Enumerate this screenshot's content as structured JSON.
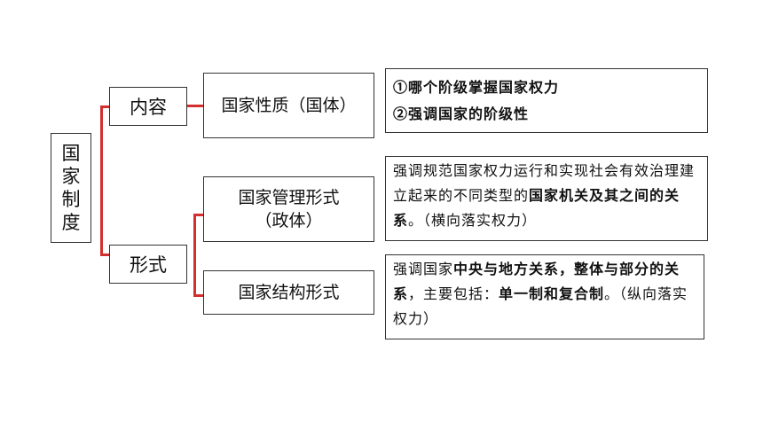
{
  "root": {
    "chars": [
      "国",
      "家",
      "制",
      "度"
    ]
  },
  "level1": {
    "content": "内容",
    "form": "形式"
  },
  "level2": {
    "nature": "国家性质（国体）",
    "management_line1": "国家管理形式",
    "management_line2": "（政体）",
    "structure": "国家结构形式"
  },
  "details": {
    "nature": {
      "line1": "①哪个阶级掌握国家权力",
      "line2": "②强调国家的阶级性"
    },
    "management": {
      "t1": "强调规范国家权力运行和实现社会有效治理建立起来的不同类型的",
      "t2": "国家机关及其之间的关系",
      "t3": "。（横向落实权力）"
    },
    "structure": {
      "t1": "强调国家",
      "t2": "中央与地方关系，整体与部分的关系",
      "t3": "，主要包括：",
      "t4": "单一制和复合制",
      "t5": "。（纵向落实权力）"
    }
  },
  "colors": {
    "connector": "#d32f2f",
    "border": "#333333"
  }
}
